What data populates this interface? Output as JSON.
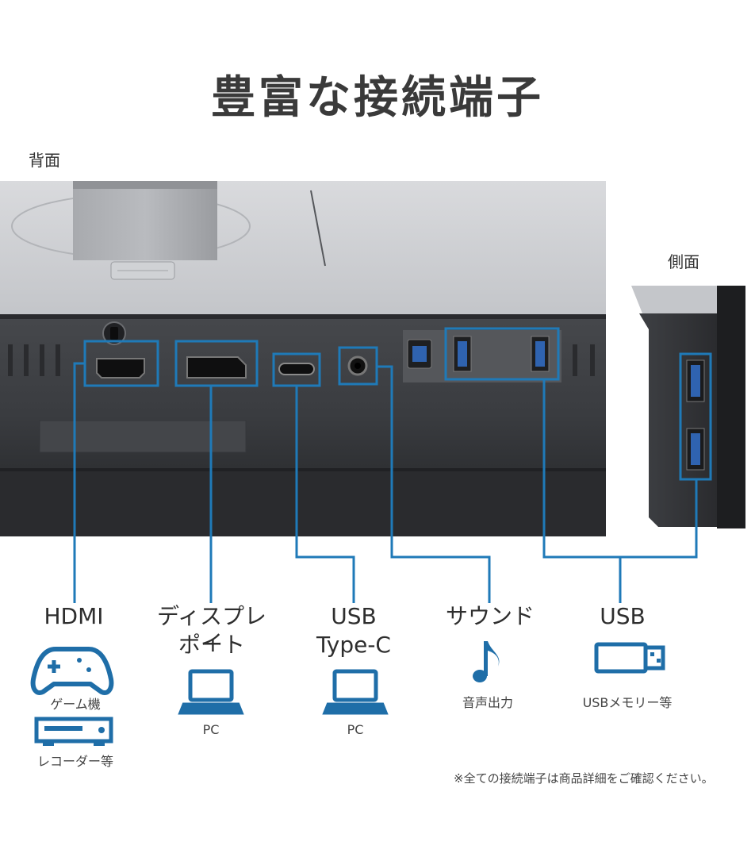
{
  "title": "豊富な接続端子",
  "views": {
    "back": "背面",
    "side": "側面"
  },
  "ports": {
    "hdmi": {
      "label": "HDMI",
      "devices": [
        "ゲーム機",
        "レコーダー等"
      ]
    },
    "displayport": {
      "label_line1": "ディスプレイ",
      "label_line2": "ポート",
      "device": "PC"
    },
    "usbc": {
      "label_line1": "USB",
      "label_line2": "Type-C",
      "device": "PC"
    },
    "audio": {
      "label": "サウンド",
      "device": "音声出力"
    },
    "usb": {
      "label": "USB",
      "device": "USBメモリー等"
    }
  },
  "note": "※全ての接続端子は商品詳細をご確認ください。",
  "icons": {
    "gamepad": "gamepad-icon",
    "recorder": "recorder-icon",
    "laptop": "laptop-icon",
    "music": "music-note-icon",
    "usb_stick": "usb-stick-icon"
  },
  "colors": {
    "accent": "#1f7ab8",
    "icon": "#1f6ea8",
    "panel_dark": "#3c3e42",
    "panel_light": "#c9cacd"
  }
}
